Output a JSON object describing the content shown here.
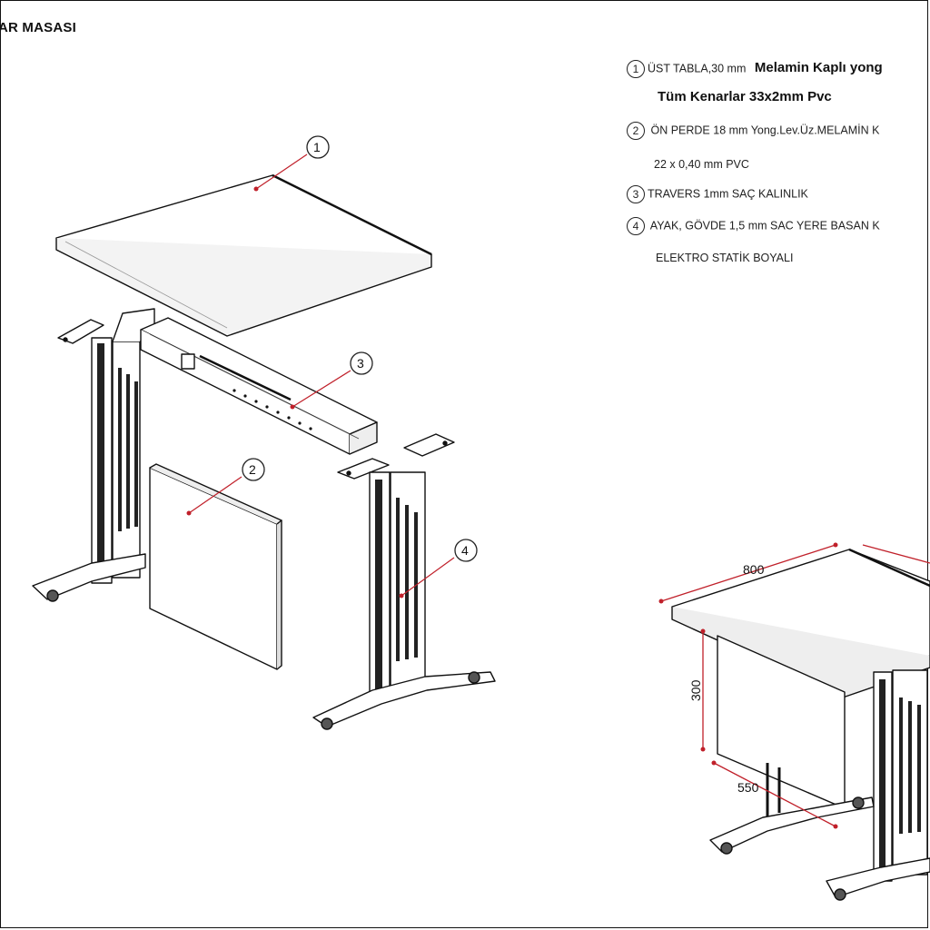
{
  "title": "AR MASASI",
  "specs": [
    {
      "num": "1",
      "text": "ÜST TABLA,30 mm",
      "bold": "Melamin Kaplı yong"
    },
    {
      "bold": "Tüm Kenarlar 33x2mm Pvc"
    },
    {
      "num": "2",
      "text": "ÖN PERDE 18 mm Yong.Lev.Üz.MELAMİN K"
    },
    {
      "text": "22 x 0,40 mm PVC"
    },
    {
      "num": "3",
      "text": "TRAVERS 1mm SAÇ KALINLIK"
    },
    {
      "num": "4",
      "text": "AYAK, GÖVDE 1,5 mm SAC YERE BASAN K"
    },
    {
      "text": "ELEKTRO STATİK  BOYALI"
    }
  ],
  "callouts": [
    "1",
    "2",
    "3",
    "4"
  ],
  "dimensions": {
    "width": "800",
    "height": "300",
    "depth": "550"
  }
}
